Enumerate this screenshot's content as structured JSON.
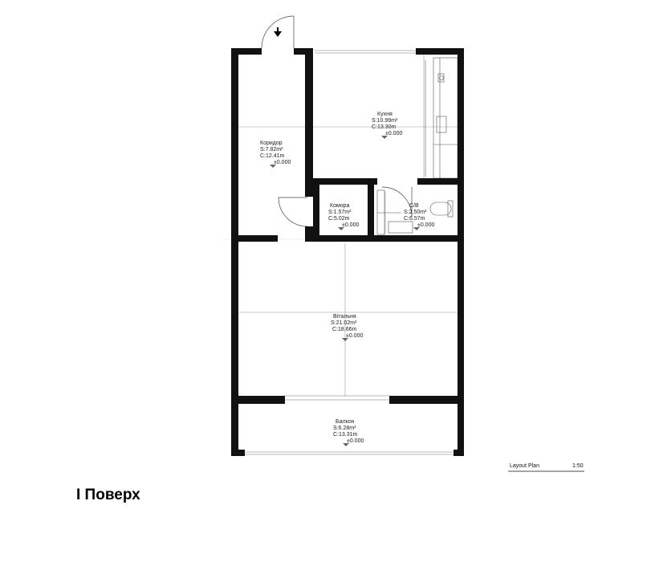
{
  "floor_title": "І Поверх",
  "caption": {
    "label": "Layout Plan",
    "scale": "1:50"
  },
  "rooms": {
    "koridor": {
      "name": "Коридор",
      "area": "S:7.82m²",
      "perimeter": "C:12.41m",
      "level": "±0.000"
    },
    "kuhnia": {
      "name": "Кухня",
      "area": "S:10.99m²",
      "perimeter": "C:13.30m",
      "level": "±0.000"
    },
    "komora": {
      "name": "Комора",
      "area": "S:1.57m²",
      "perimeter": "C:5.02m",
      "level": "±0.000"
    },
    "sv": {
      "name": "С/В",
      "area": "S:2.50m²",
      "perimeter": "C:6.57m",
      "level": "±0.000"
    },
    "vitalnia": {
      "name": "Вітальня",
      "area": "S:21.02m²",
      "perimeter": "C:18.66m",
      "level": "±0.000"
    },
    "balkon": {
      "name": "Балкон",
      "area": "S:6.28m²",
      "perimeter": "C:13.31m",
      "level": "±0.000"
    }
  },
  "colors": {
    "wall": "#111111",
    "thin": "#9a9a9a",
    "fixture": "#555555"
  },
  "icons": {
    "entrance": "entrance-arrow-icon",
    "level": "level-marker-icon"
  }
}
